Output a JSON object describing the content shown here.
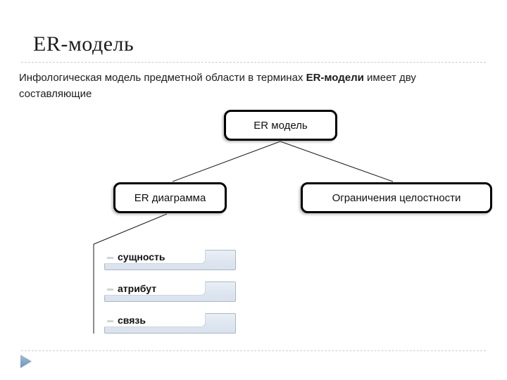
{
  "slide": {
    "title": "ER-модель",
    "intro": {
      "text_before": "Инфологическая модель предметной области в терминах ",
      "bold_term": "ER-модели",
      "text_after": " имеет дву составляющие"
    }
  },
  "diagram": {
    "root": {
      "label": "ER модель"
    },
    "children": [
      {
        "label": "ER диаграмма"
      },
      {
        "label": "Ограничения целостности"
      }
    ],
    "leaves": [
      {
        "label": "сущность"
      },
      {
        "label": "атрибут"
      },
      {
        "label": "связь"
      }
    ]
  },
  "icons": {
    "footer_arrow": "play-triangle",
    "leaf_marker": "dash"
  },
  "colors": {
    "node_border": "#000000",
    "node_fill": "#ffffff",
    "leaf_fill": "#dde5ef",
    "leaf_border": "#a9b8c9",
    "arrow_blue": "#7d9cba",
    "dashed_line": "#c9cdd2",
    "text": "#1c1c1c"
  }
}
